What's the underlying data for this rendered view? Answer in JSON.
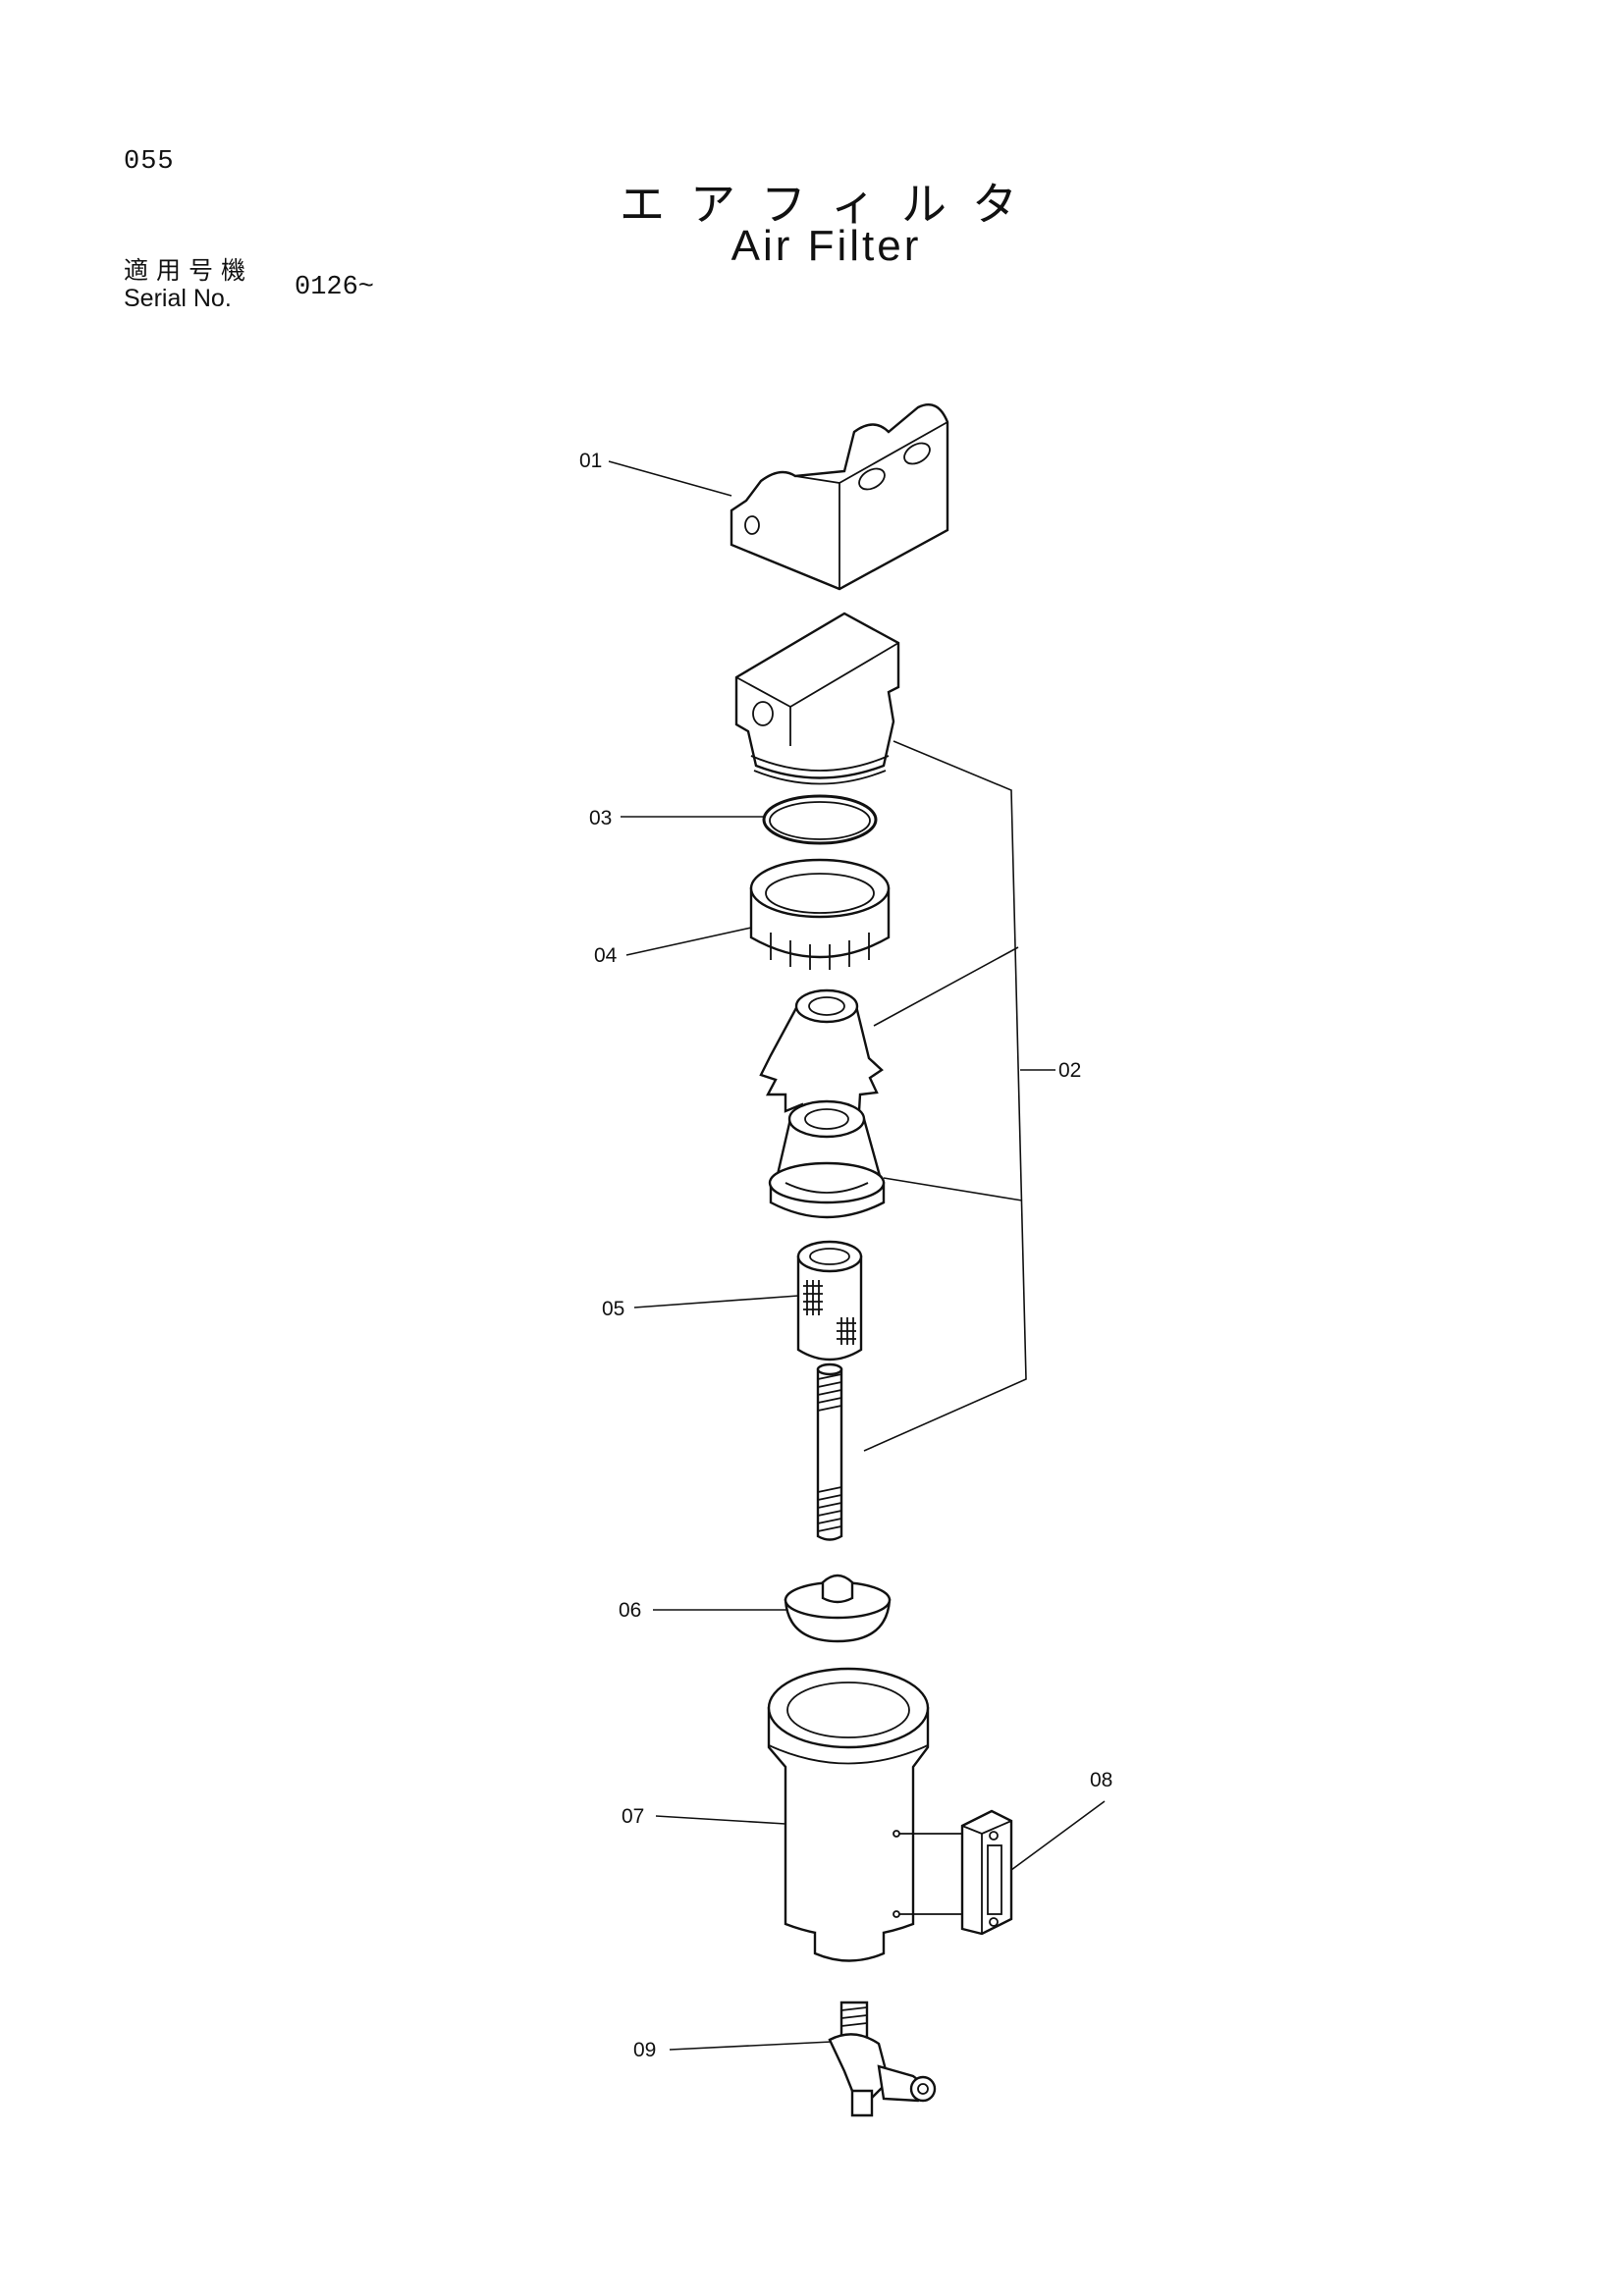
{
  "page_number": "055",
  "title_jp": "エアフィルタ",
  "title_en": "Air Filter",
  "serial_label_jp": "適用号機",
  "serial_label_en": "Serial No.",
  "serial_value": "0126~",
  "callouts": {
    "p01": "01",
    "p02": "02",
    "p03": "03",
    "p04": "04",
    "p05": "05",
    "p06": "06",
    "p07": "07",
    "p08": "08",
    "p09": "09"
  }
}
